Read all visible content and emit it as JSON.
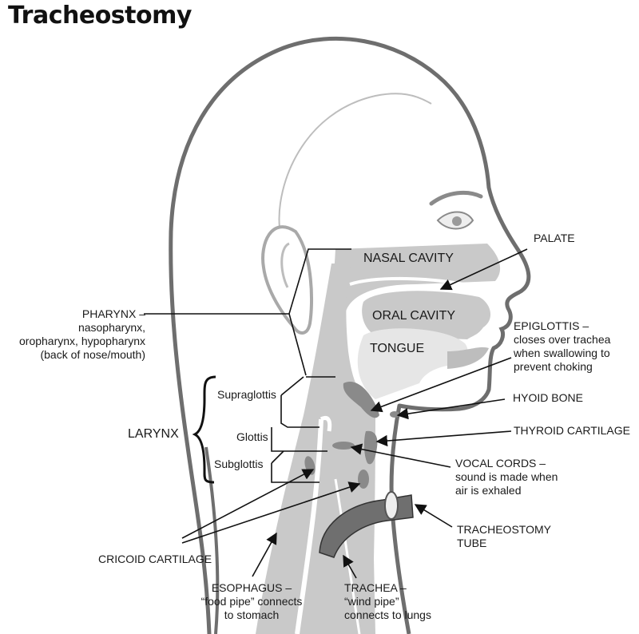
{
  "title": "Tracheostomy",
  "labels": {
    "nasal_cavity": "NASAL CAVITY",
    "oral_cavity": "ORAL CAVITY",
    "tongue": "TONGUE",
    "palate": "PALATE",
    "pharynx": [
      "PHARYNX –",
      "nasopharynx,",
      "oropharynx, hypopharynx",
      "(back of nose/mouth)"
    ],
    "larynx": "LARYNX",
    "supraglottis": "Supraglottis",
    "glottis": "Glottis",
    "subglottis": "Subglottis",
    "epiglottis": [
      "EPIGLOTTIS –",
      "closes over trachea",
      "when swallowing to",
      "prevent choking"
    ],
    "hyoid_bone": "HYOID BONE",
    "thyroid_cartilage": "THYROID CARTILAGE",
    "vocal_cords": [
      "VOCAL CORDS –",
      "sound is made when",
      "air is exhaled"
    ],
    "tracheostomy_tube": [
      "TRACHEOSTOMY",
      "TUBE"
    ],
    "cricoid_cartilage": "CRICOID CARTILAGE",
    "esophagus": [
      "ESOPHAGUS –",
      "“food pipe” connects",
      "to stomach"
    ],
    "trachea": [
      "TRACHEA –",
      "“wind pipe”",
      "connects to lungs"
    ]
  },
  "colors": {
    "outline": "#6e6e6e",
    "airway_fill": "#c9c9c9",
    "cartilage_fill": "#8a8a8a",
    "tube_fill": "#6f6f6f",
    "line": "#111111"
  }
}
